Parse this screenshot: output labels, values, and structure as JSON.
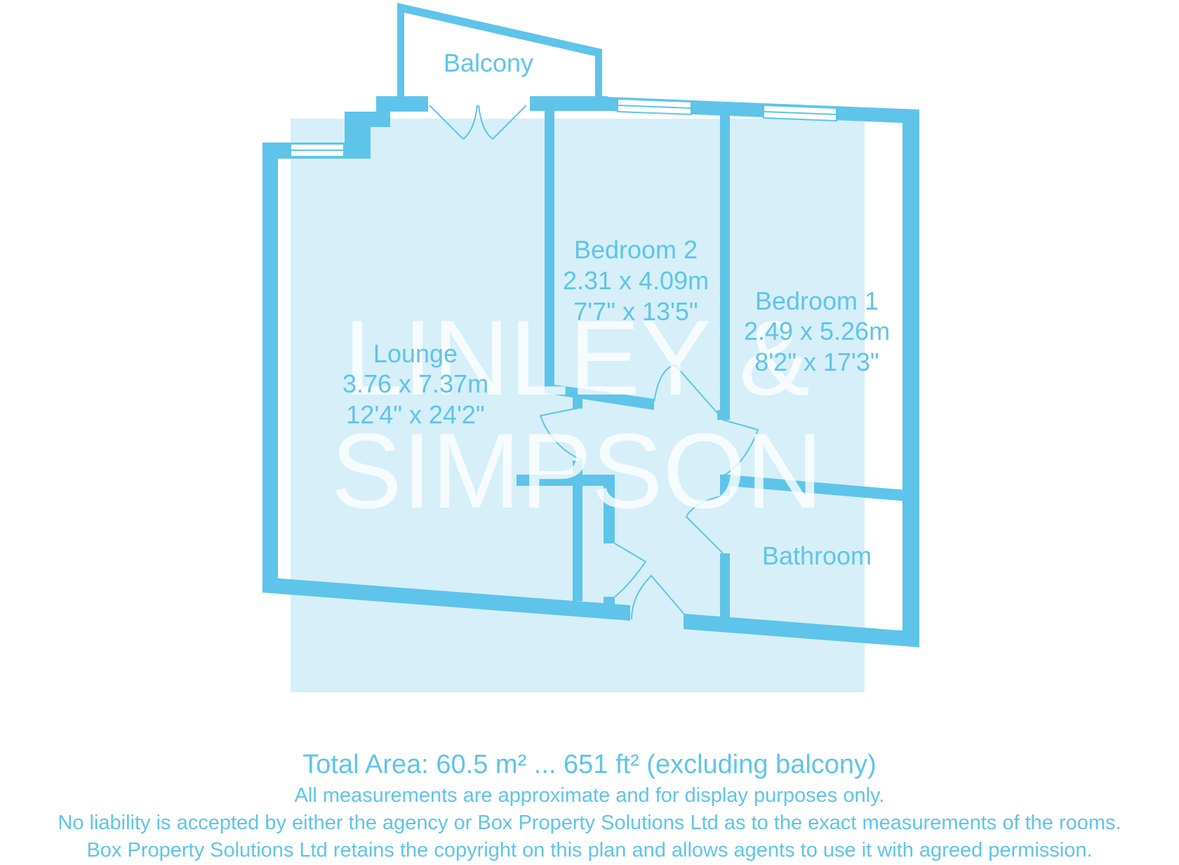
{
  "rooms": {
    "balcony": {
      "name": "Balcony"
    },
    "bedroom2": {
      "name": "Bedroom 2",
      "metric": "2.31 x 4.09m",
      "imperial": "7'7\" x 13'5\""
    },
    "bedroom1": {
      "name": "Bedroom 1",
      "metric": "2.49 x 5.26m",
      "imperial": "8'2\" x 17'3\""
    },
    "lounge": {
      "name": "Lounge",
      "metric": "3.76 x 7.37m",
      "imperial": "12'4\" x 24'2\""
    },
    "bathroom": {
      "name": "Bathroom"
    }
  },
  "watermark": {
    "line1": "LINLEY &",
    "line2": "SIMPSON"
  },
  "footer": {
    "total_area": "Total Area: 60.5 m² ... 651 ft² (excluding balcony)",
    "line1": "All measurements are approximate and for display purposes only.",
    "line2": "No liability is accepted by either the agency or Box Property Solutions Ltd as to the exact measurements of the rooms.",
    "line3": "Box Property Solutions Ltd retains the copyright on this plan and allows agents to use it with agreed permission."
  },
  "colors": {
    "wall": "#5ec4ea",
    "floor": "#d6eff9",
    "text": "#5ec4ea",
    "watermark": "#ffffff"
  }
}
